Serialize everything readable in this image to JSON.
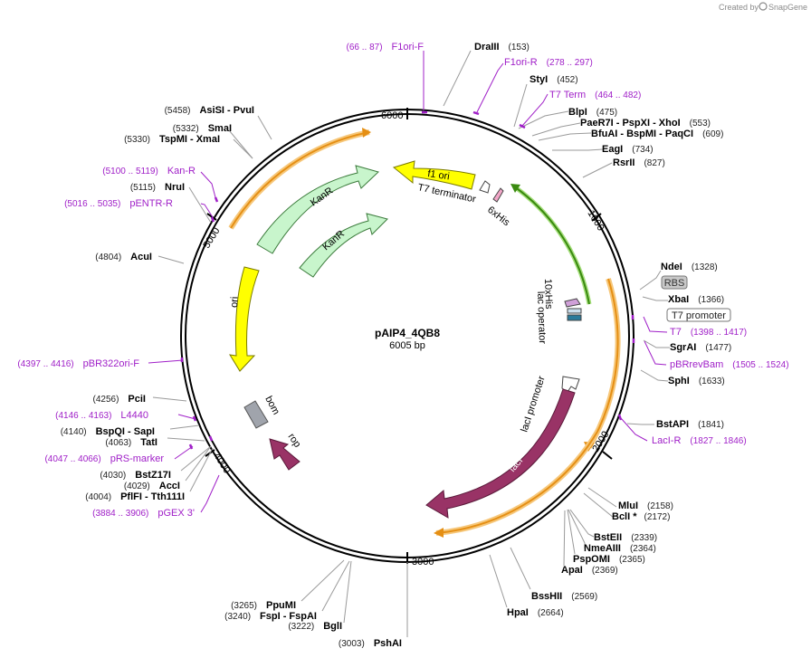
{
  "brand": {
    "created_by": "Created by",
    "app": "SnapGene"
  },
  "plasmid": {
    "name": "pAIP4_4QB8",
    "size": "6005 bp"
  },
  "ticks": [
    "6000",
    "1000",
    "2000",
    "3000",
    "4000",
    "5000"
  ],
  "colors": {
    "backbone": "#000000",
    "orf_orange": "#f0a030",
    "kanr": "#c8f5cc",
    "ori": "#ffff00",
    "f1ori": "#ffff00",
    "laci": "#993366",
    "rop": "#993366",
    "bom": "#a0a4ac",
    "green_arrow": "#66bb33",
    "primer": "#a020c8"
  },
  "features": {
    "f1ori": "f1 ori",
    "t7term": "T7 terminator",
    "his6": "6xHis",
    "his10": "10xHis",
    "lacop": "lac operator",
    "rbs": "RBS",
    "t7prom": "T7 promoter",
    "kanr_outer": "KanR",
    "kanr_inner": "KanR",
    "ori": "ori",
    "bom": "bom",
    "rop": "rop",
    "laci_prom": "lacI promoter",
    "laci": "lacI"
  },
  "enzymes": {
    "drai": {
      "name": "DraIII",
      "pos": "(153)"
    },
    "styi": {
      "name": "StyI",
      "pos": "(452)"
    },
    "blpi": {
      "name": "BlpI",
      "pos": "(475)"
    },
    "pae": {
      "name": "PaeR7I   - PspXI   - XhoI",
      "pos": "(553)"
    },
    "bfua": {
      "name": "BfuAI   - BspMI   - PaqCI",
      "pos": "(609)"
    },
    "eagi": {
      "name": "EagI",
      "pos": "(734)"
    },
    "rsrii": {
      "name": "RsrII",
      "pos": "(827)"
    },
    "ndei": {
      "name": "NdeI",
      "pos": "(1328)"
    },
    "xbai": {
      "name": "XbaI",
      "pos": "(1366)"
    },
    "sgrai": {
      "name": "SgrAI",
      "pos": "(1477)"
    },
    "sphi": {
      "name": "SphI",
      "pos": "(1633)"
    },
    "bstapi": {
      "name": "BstAPI",
      "pos": "(1841)"
    },
    "mlui": {
      "name": "MluI",
      "pos": "(2158)"
    },
    "bcli": {
      "name": "BclI *",
      "pos": "(2172)"
    },
    "bsteii": {
      "name": "BstEII",
      "pos": "(2339)"
    },
    "nmeaiii": {
      "name": "NmeAIII",
      "pos": "(2364)"
    },
    "pspomi": {
      "name": "PspOMI",
      "pos": "(2365)"
    },
    "apai": {
      "name": "ApaI",
      "pos": "(2369)"
    },
    "bsshii": {
      "name": "BssHII",
      "pos": "(2569)"
    },
    "hpai": {
      "name": "HpaI",
      "pos": "(2664)"
    },
    "pshai": {
      "name": "PshAI",
      "pos": "(3003)"
    },
    "bgli": {
      "name": "BglI",
      "pos": "(3222)"
    },
    "fspi": {
      "name": "FspI   - FspAI",
      "pos": "(3240)"
    },
    "ppumi": {
      "name": "PpuMI",
      "pos": "(3265)"
    },
    "pflfi": {
      "name": "PflFI   - Tth111I",
      "pos": "(4004)"
    },
    "acci": {
      "name": "AccI",
      "pos": "(4029)"
    },
    "bstz17i": {
      "name": "BstZ17I",
      "pos": "(4030)"
    },
    "tati": {
      "name": "TatI",
      "pos": "(4063)"
    },
    "bspqi": {
      "name": "BspQI   - SapI",
      "pos": "(4140)"
    },
    "pcii": {
      "name": "PciI",
      "pos": "(4256)"
    },
    "acui": {
      "name": "AcuI",
      "pos": "(4804)"
    },
    "nrui": {
      "name": "NruI",
      "pos": "(5115)"
    },
    "tspmi": {
      "name": "TspMI   - XmaI",
      "pos": "(5330)"
    },
    "smai": {
      "name": "SmaI",
      "pos": "(5332)"
    },
    "asisi": {
      "name": "AsiSI   - PvuI",
      "pos": "(5458)"
    }
  },
  "primers": {
    "f1orif": {
      "range": "(66 .. 87)",
      "name": "F1ori-F"
    },
    "f1orir": {
      "name": "F1ori-R",
      "range": "(278 .. 297)"
    },
    "t7term": {
      "name": "T7 Term",
      "range": "(464 .. 482)"
    },
    "t7": {
      "name": "T7",
      "range": "(1398 .. 1417)"
    },
    "pbrrev": {
      "name": "pBRrevBam",
      "range": "(1505 .. 1524)"
    },
    "lacir": {
      "name": "LacI-R",
      "range": "(1827 .. 1846)"
    },
    "pgex3": {
      "range": "(3884 .. 3906)",
      "name": "pGEX 3'"
    },
    "prs": {
      "range": "(4047 .. 4066)",
      "name": "pRS-marker"
    },
    "l4440": {
      "range": "(4146 .. 4163)",
      "name": "L4440"
    },
    "pbr322": {
      "range": "(4397 .. 4416)",
      "name": "pBR322ori-F"
    },
    "pentr": {
      "range": "(5016 .. 5035)",
      "name": "pENTR-R"
    },
    "kanr": {
      "range": "(5100 .. 5119)",
      "name": "Kan-R"
    }
  }
}
